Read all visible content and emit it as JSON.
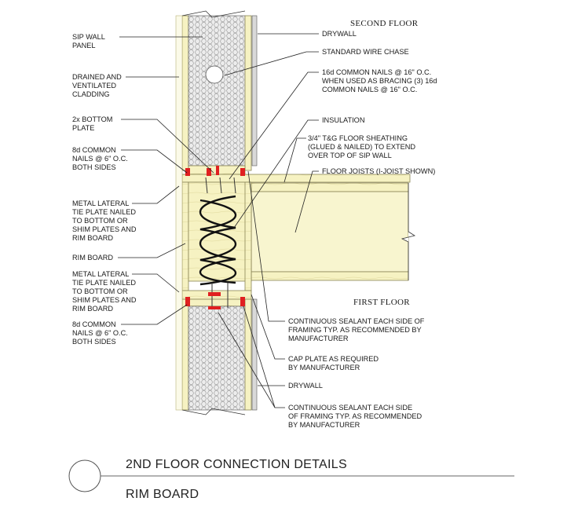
{
  "floors": {
    "second": "SECOND FLOOR",
    "first": "FIRST FLOOR"
  },
  "labels_left": {
    "sip_wall_panel": [
      "SIP WALL",
      "PANEL"
    ],
    "cladding": [
      "DRAINED AND",
      "VENTILATED",
      "CLADDING"
    ],
    "bottom_plate": [
      "2x BOTTOM",
      "PLATE"
    ],
    "nails_upper": [
      "8d COMMON",
      "NAILS @ 6\" O.C.",
      "BOTH SIDES"
    ],
    "tie_plate_upper": [
      "METAL LATERAL",
      "TIE PLATE NAILED",
      "TO BOTTOM OR",
      "SHIM PLATES AND",
      "RIM BOARD"
    ],
    "rim_board": [
      "RIM BOARD"
    ],
    "tie_plate_lower": [
      "METAL LATERAL",
      "TIE PLATE NAILED",
      "TO BOTTOM OR",
      "SHIM PLATES AND",
      "RIM BOARD"
    ],
    "nails_lower": [
      "8d COMMON",
      "NAILS @ 6\" O.C.",
      "BOTH SIDES"
    ]
  },
  "labels_right": {
    "drywall_upper": [
      "DRYWALL"
    ],
    "wire_chase": [
      "STANDARD WIRE CHASE"
    ],
    "common_nails": [
      "16d COMMON NAILS @ 16\" O.C.",
      "WHEN USED AS BRACING (3) 16d",
      "COMMON NAILS @ 16\" O.C."
    ],
    "insulation": [
      "INSULATION"
    ],
    "floor_sheathing": [
      "3/4\" T&G FLOOR SHEATHING",
      "(GLUED & NAILED) TO EXTEND",
      "OVER TOP OF SIP WALL"
    ],
    "floor_joists": [
      "FLOOR JOISTS (I-JOIST SHOWN)"
    ],
    "sealant_upper": [
      "CONTINUOUS SEALANT EACH SIDE OF",
      "FRAMING TYP. AS RECOMMENDED BY",
      "MANUFACTURER"
    ],
    "cap_plate": [
      "CAP PLATE AS REQUIRED",
      "BY MANUFACTURER"
    ],
    "drywall_lower": [
      "DRYWALL"
    ],
    "sealant_lower": [
      "CONTINUOUS SEALANT EACH SIDE",
      "OF FRAMING TYP. AS RECOMMENDED",
      "BY MANUFACTURER"
    ]
  },
  "title": {
    "line1": "2ND FLOOR CONNECTION DETAILS",
    "line2": "RIM BOARD"
  },
  "colors": {
    "lumber": "#f6f2c2",
    "lumber_edge": "#b9b27a",
    "foam": "#e9e9e9",
    "sealant": "#e02020",
    "outline": "#333333"
  }
}
